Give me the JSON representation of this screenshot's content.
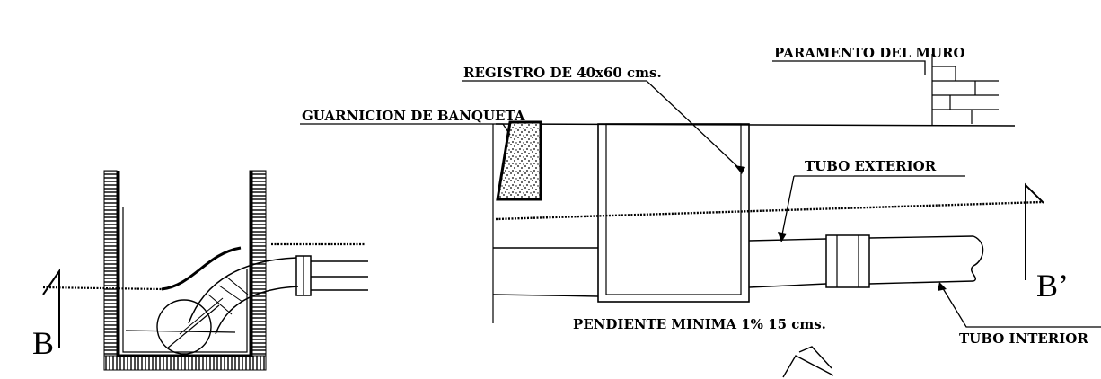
{
  "labels": {
    "paramento": "PARAMENTO DEL MURO",
    "registro": "REGISTRO DE 40x60 cms.",
    "guarnicion": "GUARNICION DE BANQUETA",
    "tubo_exterior": "TUBO EXTERIOR",
    "tubo_interior": "TUBO INTERIOR",
    "pendiente": "PENDIENTE MINIMA 1% 15 cms.",
    "section_left": "B",
    "section_right": "B’"
  }
}
